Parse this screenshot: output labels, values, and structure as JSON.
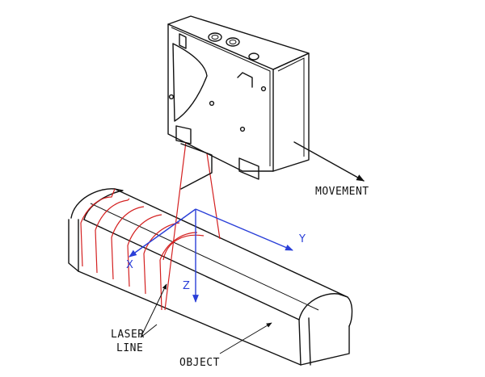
{
  "labels": {
    "movement": "MOVEMENT",
    "laser_line_1": "LASER",
    "laser_line_2": "LINE",
    "object": "OBJECT"
  },
  "axes": {
    "x": "X",
    "y": "Y",
    "z": "Z"
  },
  "colors": {
    "ink": "#111111",
    "laser": "#d42020",
    "axis": "#2a3fd8"
  }
}
